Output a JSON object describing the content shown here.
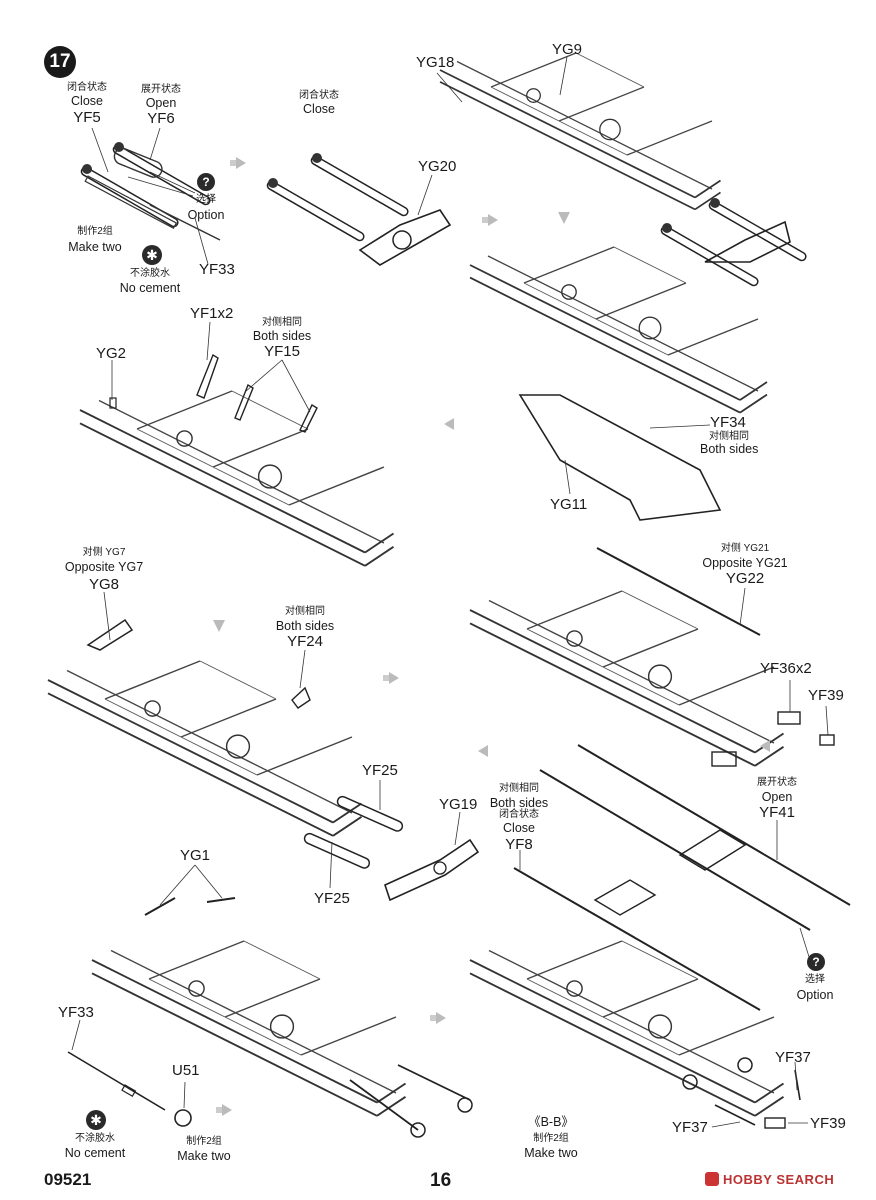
{
  "step": "17",
  "page_number": "16",
  "kit_number": "09521",
  "watermark": "HOBBY SEARCH",
  "labels": {
    "yf5_cn": "闭合状态",
    "yf5_en": "Close",
    "yf5": "YF5",
    "yf6_cn": "展开状态",
    "yf6_en": "Open",
    "yf6": "YF6",
    "opt1_cn": "选择",
    "opt1_en": "Option",
    "make2_cn": "制作2组",
    "make2_en": "Make two",
    "nocem1_cn": "不涂胶水",
    "nocem1_en": "No cement",
    "yf33_a": "YF33",
    "close2_cn": "闭合状态",
    "close2_en": "Close",
    "yg20": "YG20",
    "yg18": "YG18",
    "yg9": "YG9",
    "yf1x2": "YF1x2",
    "both1_cn": "对侧相同",
    "both1_en": "Both sides",
    "yf15": "YF15",
    "yg2": "YG2",
    "yf34": "YF34",
    "both2_cn": "对侧相同",
    "both2_en": "Both sides",
    "yg11": "YG11",
    "opp7_cn": "对侧 YG7",
    "opp7_en": "Opposite YG7",
    "yg8": "YG8",
    "both3_cn": "对侧相同",
    "both3_en": "Both sides",
    "yf24": "YF24",
    "opp21_cn": "对侧 YG21",
    "opp21_en": "Opposite YG21",
    "yg22": "YG22",
    "yf36x2": "YF36x2",
    "yf39_a": "YF39",
    "yf25_a": "YF25",
    "yf25_b": "YF25",
    "yg19": "YG19",
    "both4_cn": "对侧相同",
    "both4_en": "Both sides",
    "close3_cn": "闭合状态",
    "close3_en": "Close",
    "yf8": "YF8",
    "open2_cn": "展开状态",
    "open2_en": "Open",
    "yf41": "YF41",
    "opt2_cn": "选择",
    "opt2_en": "Option",
    "yg1": "YG1",
    "yf33_b": "YF33",
    "u51": "U51",
    "nocem2_cn": "不涂胶水",
    "nocem2_en": "No cement",
    "make2b_cn": "制作2组",
    "make2b_en": "Make two",
    "bb": "《B-B》",
    "make2c_cn": "制作2组",
    "make2c_en": "Make two",
    "yf37_a": "YF37",
    "yf37_b": "YF37",
    "yf39_b": "YF39"
  },
  "icons": {
    "option": "?",
    "no_cement": "✱"
  }
}
